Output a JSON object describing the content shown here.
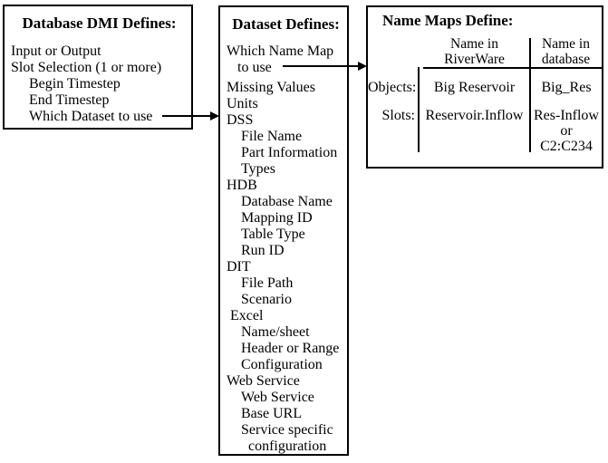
{
  "left_box": {
    "title": "Database DMI Defines:",
    "items": [
      "Input or Output",
      "Slot Selection (1 or more)",
      "Begin Timestep",
      "End Timestep",
      "Which Dataset to use"
    ]
  },
  "middle_box": {
    "title": "Dataset Defines:",
    "items": [
      "Which Name Map",
      "to use",
      "Missing Values",
      "Units",
      "DSS",
      "File Name",
      "Part Information",
      "Types",
      "HDB",
      "Database Name",
      "Mapping ID",
      "Table Type",
      "Run ID",
      "DIT",
      "File Path",
      "Scenario",
      "Excel",
      "Name/sheet",
      "Header or Range",
      "Configuration",
      "Web Service",
      "Web Service",
      "Base URL",
      "Service specific",
      "configuration"
    ]
  },
  "right_box": {
    "title": "Name Maps Define:",
    "column_headers": [
      "Name in\nRiverWare",
      "Name in\ndatabase"
    ],
    "rows": [
      {
        "label": "Objects:",
        "name_in_riverware": "Big Reservoir",
        "name_in_database": "Big_Res"
      },
      {
        "label": "Slots:",
        "name_in_riverware": "Reservoir.Inflow",
        "name_in_database": "Res-Inflow\nor\nC2:C234"
      }
    ]
  },
  "colors": {
    "text": "#000000",
    "border": "#000000",
    "background": "#ffffff"
  }
}
